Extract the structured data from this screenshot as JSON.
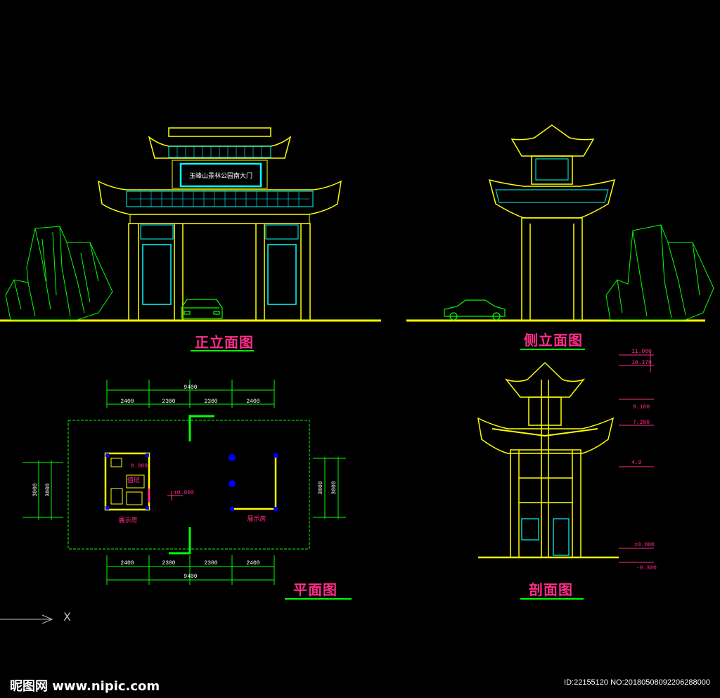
{
  "views": {
    "front_elevation": {
      "title": "正立面图",
      "signboard": "玉峰山景林公园南大门"
    },
    "side_elevation": {
      "title": "侧立面图"
    },
    "plan": {
      "title": "平面图",
      "top_total": "9400",
      "top_segments": [
        "2400",
        "2300",
        "2300",
        "2400"
      ],
      "bottom_segments": [
        "2400",
        "2300",
        "2300",
        "2400"
      ],
      "bottom_total": "9400",
      "left_dims": [
        "3000",
        "3000"
      ],
      "right_dims": [
        "3000",
        "3000"
      ],
      "level_small": "0.300",
      "level_center": "±0.000",
      "room_small": "值班",
      "room_left": "展示房",
      "room_right": "展示房"
    },
    "section": {
      "title": "剖面图",
      "levels": [
        "11.000",
        "10.370",
        "9.100",
        "7.200",
        "4.9",
        "±0.000",
        "-0.300"
      ]
    }
  },
  "axis_label": "X",
  "watermark": {
    "logo_text": "昵图网 www.nipic.com",
    "id_text": "ID:22155120 NO:20180508092206288000"
  },
  "colors": {
    "background": "#000000",
    "line_yellow": "#ffff00",
    "line_cyan": "#00ffff",
    "tree_green": "#00ff00",
    "title_magenta": "#ff2d8a",
    "dim_white": "#ffffff",
    "column_blue": "#0000ff"
  }
}
